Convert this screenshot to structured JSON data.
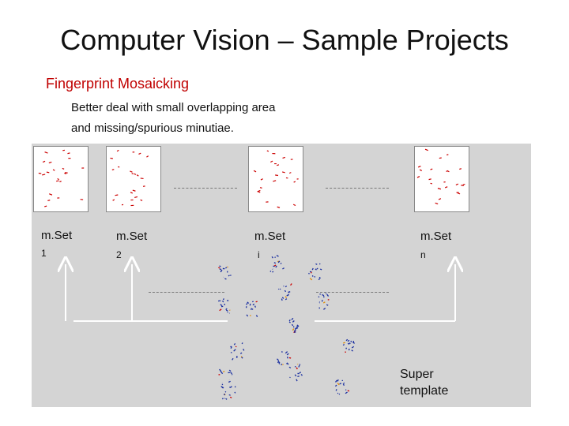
{
  "slide": {
    "title": "Computer Vision – Sample Projects",
    "subtitle": "Fingerprint Mosaicking",
    "description_lines": [
      "Better deal with small overlapping area",
      "and missing/spurious minutiae."
    ]
  },
  "minutia_sets": [
    {
      "label": "m.Set",
      "index": "1"
    },
    {
      "label": "m.Set",
      "index": "2"
    },
    {
      "label": "m.Set",
      "index": "i"
    },
    {
      "label": "m.Set",
      "index": "n"
    }
  ],
  "super_template": {
    "line1": "Super",
    "line2": "template"
  },
  "colors": {
    "title_text": "#111111",
    "subtitle_text": "#c00000",
    "panel_bg": "#d4d4d4",
    "minutia_red": "#cc0000",
    "cluster_blue": "#1a2fa0",
    "cluster_orange": "#e08a00"
  }
}
